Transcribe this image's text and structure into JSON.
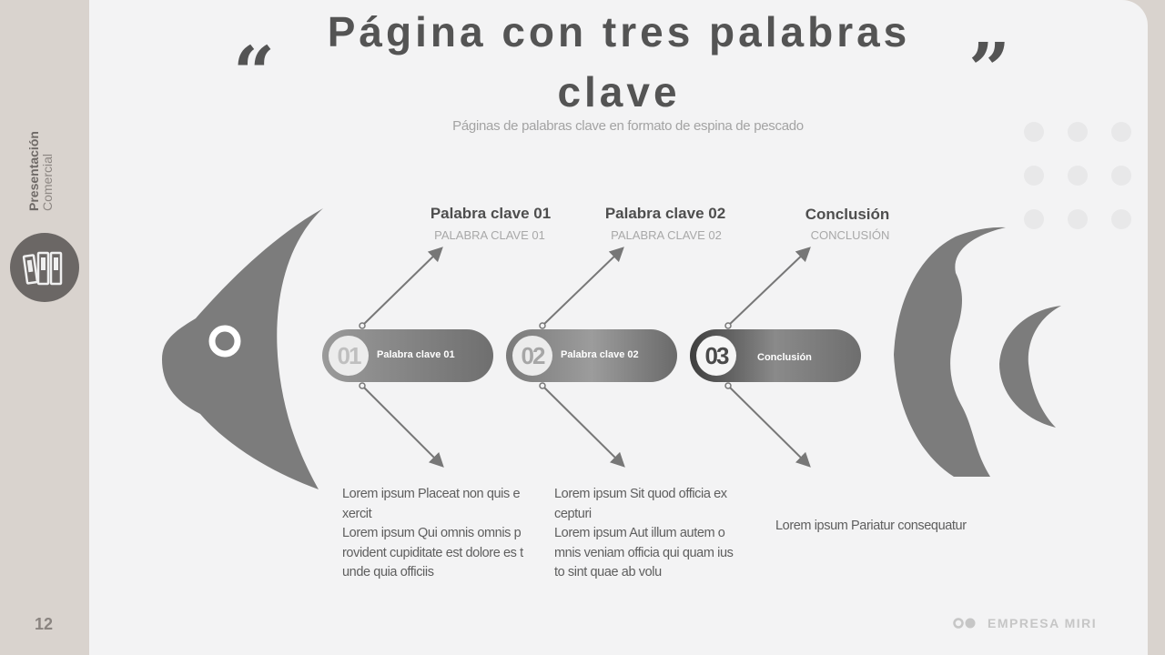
{
  "sidebar": {
    "label_bold": "Presentación",
    "label_rest": "Comercial",
    "page_number": "12",
    "icon": "binders-icon"
  },
  "header": {
    "title": "Página con tres palabras clave",
    "subtitle": "Páginas de palabras clave en formato de espina de pescado"
  },
  "keywords": [
    {
      "title": "Palabra clave 01",
      "subtitle": "PALABRA CLAVE 01",
      "number": "01",
      "pill_label": "Palabra clave 01",
      "description": [
        "Lorem ipsum Placeat non quis e xercit",
        "Lorem ipsum Qui omnis omnis p rovident cupiditate est dolore es t unde quia officiis"
      ]
    },
    {
      "title": "Palabra clave 02",
      "subtitle": "PALABRA CLAVE 02",
      "number": "02",
      "pill_label": "Palabra clave 02",
      "description": [
        "Lorem ipsum Sit quod officia ex cepturi",
        "Lorem ipsum Aut illum autem o mnis veniam officia qui quam ius to sint quae ab volu"
      ]
    },
    {
      "title": "Conclusión",
      "subtitle": "CONCLUSIÓN",
      "number": "03",
      "pill_label": "Conclusión",
      "description": [
        "Lorem ipsum Pariatur consequatur"
      ]
    }
  ],
  "footer": {
    "brand": "EMPRESA MIRI"
  },
  "colors": {
    "fish": "#7c7c7c",
    "title": "#545454",
    "sidebar_bg": "#d9d3ce",
    "card_bg": "#f3f3f4"
  }
}
